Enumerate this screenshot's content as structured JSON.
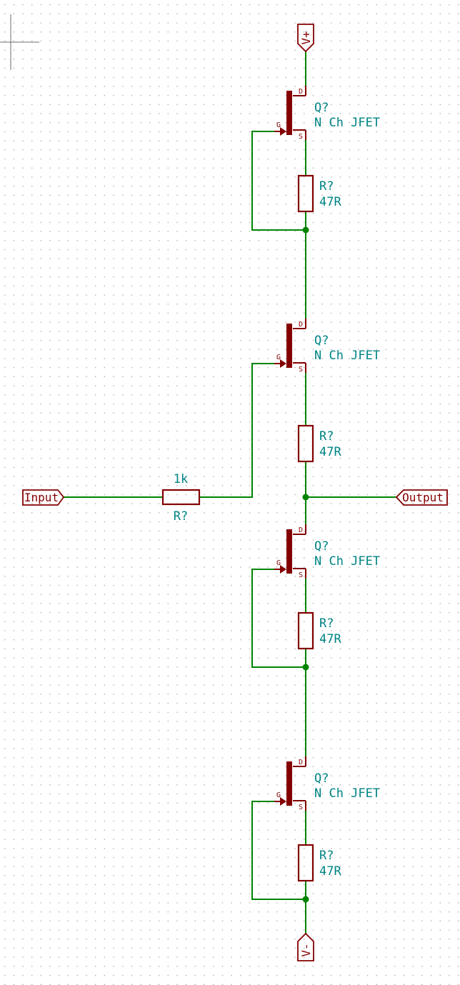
{
  "schematic": {
    "colors": {
      "wire": "#008400",
      "component": "#840000",
      "field_text": "#008484",
      "grid_dot": "#a0a0a0",
      "background": "#ffffff"
    },
    "power_top": {
      "label": "V+"
    },
    "power_bottom": {
      "label": "V-"
    },
    "input_label": {
      "text": "Input"
    },
    "output_label": {
      "text": "Output"
    },
    "input_resistor": {
      "reference": "R?",
      "value": "1k"
    },
    "jfets": [
      {
        "reference": "Q?",
        "value": "N Ch JFET",
        "pins": {
          "drain": "D",
          "gate": "G",
          "source": "S"
        }
      },
      {
        "reference": "Q?",
        "value": "N Ch JFET",
        "pins": {
          "drain": "D",
          "gate": "G",
          "source": "S"
        }
      },
      {
        "reference": "Q?",
        "value": "N Ch JFET",
        "pins": {
          "drain": "D",
          "gate": "G",
          "source": "S"
        }
      },
      {
        "reference": "Q?",
        "value": "N Ch JFET",
        "pins": {
          "drain": "D",
          "gate": "G",
          "source": "S"
        }
      }
    ],
    "source_resistors": [
      {
        "reference": "R?",
        "value": "47R"
      },
      {
        "reference": "R?",
        "value": "47R"
      },
      {
        "reference": "R?",
        "value": "47R"
      },
      {
        "reference": "R?",
        "value": "47R"
      }
    ]
  }
}
